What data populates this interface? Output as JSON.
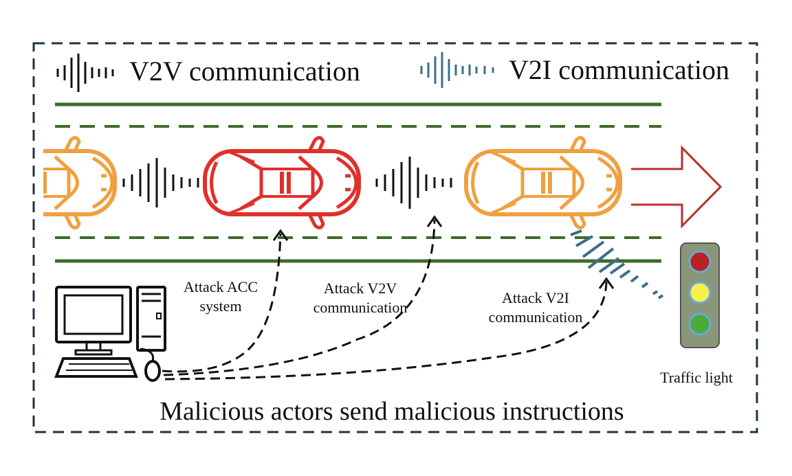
{
  "legend": {
    "v2v_label": "V2V communication",
    "v2i_label": "V2I communication"
  },
  "attacks": {
    "acc_line1": "Attack ACC",
    "acc_line2": "system",
    "v2v_line1": "Attack V2V",
    "v2v_line2": "communication",
    "v2i_line1": "Attack V2I",
    "v2i_line2": "communication"
  },
  "traffic_light": {
    "label": "Traffic light",
    "colors": {
      "red": "#b8231f",
      "yellow": "#f5f04a",
      "green": "#4caa3a",
      "housing": "#8a9679"
    }
  },
  "footer": {
    "caption": "Malicious actors send malicious instructions"
  },
  "colors": {
    "lane": "#3e6b2c",
    "v2v_signal": "#111111",
    "v2i_signal": "#3c6e87",
    "attacker_car": "#e0302a",
    "normal_car": "#f0a040",
    "arrow": "#b8302a",
    "frame": "#1f3344"
  }
}
